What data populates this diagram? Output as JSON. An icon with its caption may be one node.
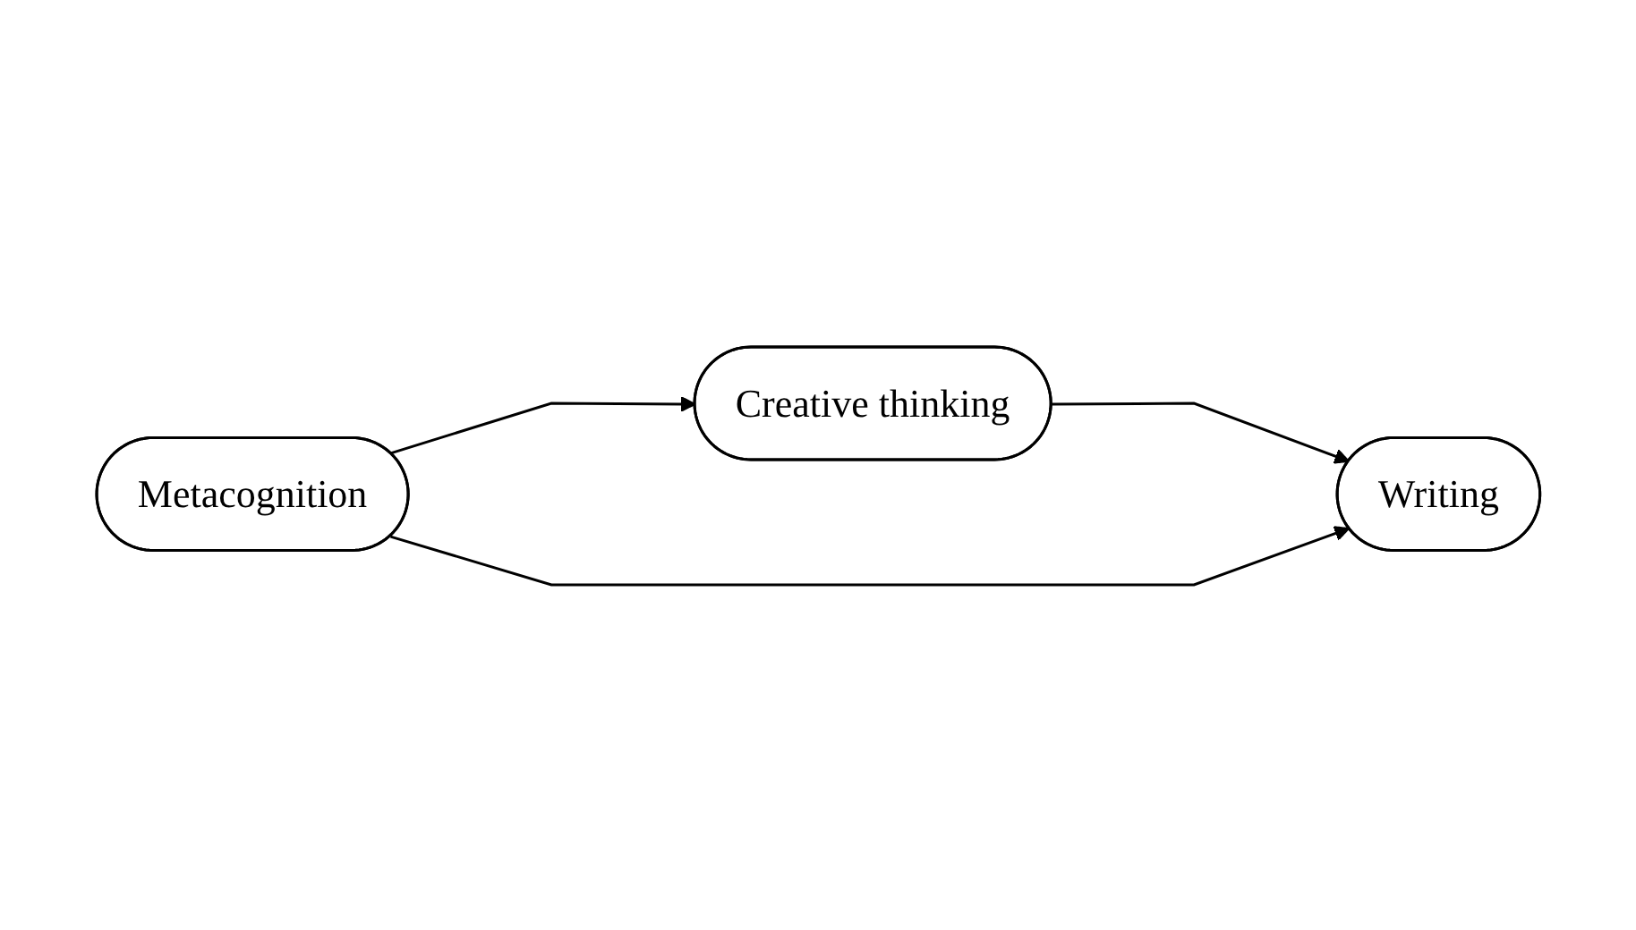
{
  "diagram": {
    "nodes": [
      {
        "text": [
          "Metacognition"
        ]
      },
      {
        "text": [
          "Creative thinking"
        ]
      },
      {
        "text": [
          "Writing"
        ]
      }
    ],
    "edges": [
      {
        "from": 0,
        "to": 1,
        "arrow": "to"
      },
      {
        "from": 1,
        "to": 2,
        "arrow": "to"
      },
      {
        "from": 0,
        "to": 2,
        "arrow": "to"
      }
    ]
  }
}
